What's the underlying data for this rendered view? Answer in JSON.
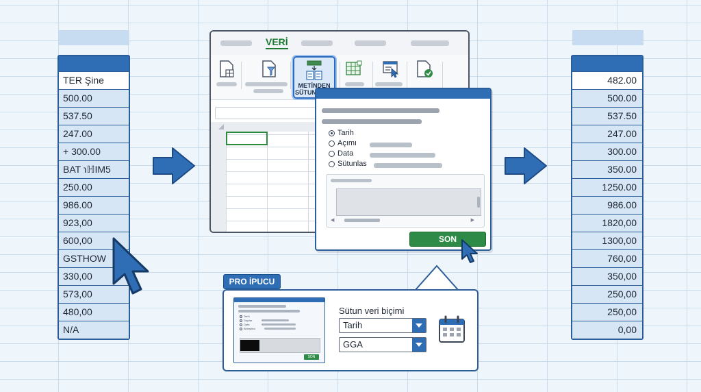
{
  "left_column": {
    "cells": [
      "TER Şine",
      "500.00",
      "537.50",
      "247.00",
      "+ 300.00",
      "BAT ℩ℍIM5",
      "250.00",
      "986.00",
      "923,00",
      "600,00",
      "GSTHOW",
      "330,00",
      "573,00",
      "480,00",
      "N/A"
    ]
  },
  "right_column": {
    "cells": [
      "482.00",
      "500.00",
      "537.50",
      "247.00",
      "300.00",
      "350.00",
      "1250.00",
      "986.00",
      "1820,00",
      "1300,00",
      "760,00",
      "350,00",
      "250,00",
      "250,00",
      "0,00"
    ]
  },
  "excel": {
    "active_tab": "VERİ",
    "text_to_columns_label_1": "METİNDEN",
    "text_to_columns_label_2": "SÜTUNLARA"
  },
  "dialog": {
    "options": [
      {
        "label": "Tarih",
        "selected": true
      },
      {
        "label": "Açımı",
        "selected": false
      },
      {
        "label": "Data",
        "selected": false
      },
      {
        "label": "Sütunlas",
        "selected": false
      }
    ],
    "finish_label": "SON"
  },
  "pro_tip": {
    "tag": "PRO İPUCU",
    "field_label": "Sütun veri biçimi",
    "format_select": "Tarih",
    "order_select": "GGA",
    "mini_finish": "SON",
    "mini_options": [
      "Tarih",
      "Sayılar",
      "Data",
      "Birleştirici"
    ]
  },
  "colors": {
    "accent": "#2f6db5",
    "success": "#2e8b47",
    "cell_fill": "#d7e6f5",
    "tab_green": "#1b7a2f"
  },
  "icons": [
    "arrow-right-icon",
    "mouse-cursor-icon",
    "calendar-icon",
    "dropdown-chevron-icon"
  ]
}
